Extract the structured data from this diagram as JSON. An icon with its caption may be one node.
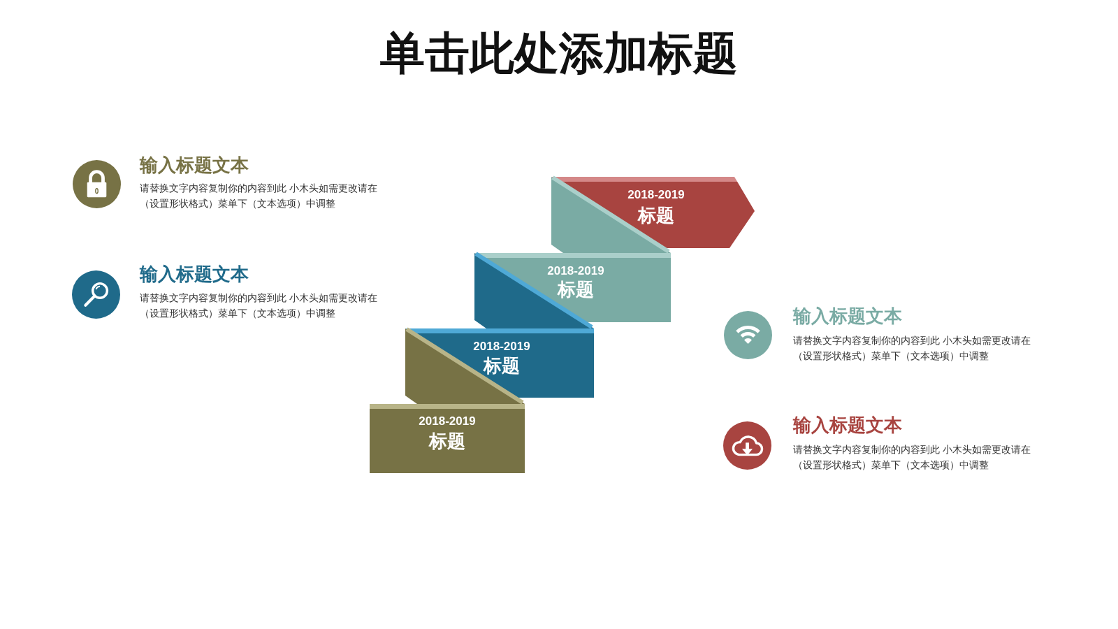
{
  "diagram": {
    "title": "单击此处添加标题",
    "nodes": [
      {
        "text": [
          "2018-2019",
          "标题"
        ]
      },
      {
        "text": [
          "2018-2019",
          "标题"
        ]
      },
      {
        "text": [
          "2018-2019",
          "标题"
        ]
      },
      {
        "text": [
          "2018-2019",
          "标题"
        ]
      }
    ],
    "labels": [
      "输入标题文本",
      "请替换文字内容复制你的内容到此 小木头如需更改请在（设置形状格式）菜单下（文本选项）中调整",
      "输入标题文本",
      "请替换文字内容复制你的内容到此 小木头如需更改请在（设置形状格式）菜单下（文本选项）中调整",
      "输入标题文本",
      "请替换文字内容复制你的内容到此 小木头如需更改请在（设置形状格式）菜单下（文本选项）中调整",
      "输入标题文本",
      "请替换文字内容复制你的内容到此 小木头如需更改请在（设置形状格式）菜单下（文本选项）中调整"
    ]
  }
}
